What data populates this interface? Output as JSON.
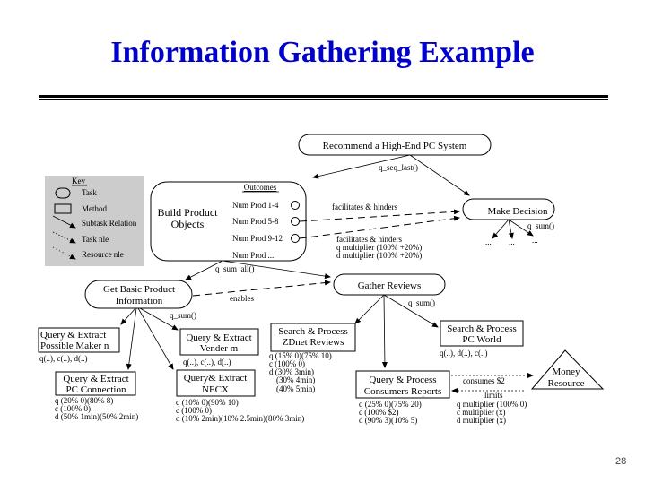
{
  "slide": {
    "title": "Information Gathering Example",
    "page_number": "28"
  },
  "key": {
    "title": "Key",
    "items": [
      {
        "label": "Task",
        "icon": "rounded-rect-icon"
      },
      {
        "label": "Method",
        "icon": "rect-icon"
      },
      {
        "label": "Subtask Relation",
        "icon": "solid-arrow-icon"
      },
      {
        "label": "Task nle",
        "icon": "dotted-arrow-icon"
      },
      {
        "label": "Resource nle",
        "icon": "sparse-dotted-arrow-icon"
      }
    ]
  },
  "nodes": {
    "root": "Recommend a High-End PC System",
    "build_line1": "Build Product",
    "build_line2": "Objects",
    "outcomes_title": "Outcomes",
    "outcomes": [
      "Num Prod 1-4",
      "Num Prod 5-8",
      "Num Prod 9-12",
      "Num Prod ..."
    ],
    "make_decision": "Make Decision",
    "get_basic_line1": "Get Basic Product",
    "get_basic_line2": "Information",
    "gather_reviews": "Gather Reviews",
    "qe_makers_line1": "Query & Extract",
    "qe_makers_line2": "Possible Maker n",
    "qe_vender_line1": "Query & Extract",
    "qe_vender_line2": "Vender m",
    "qe_pcconn_line1": "Query & Extract",
    "qe_pcconn_line2": "PC Connection",
    "qe_necx_line1": "Query& Extract",
    "qe_necx_line2": "NECX",
    "sp_zdnet_line1": "Search & Process",
    "sp_zdnet_line2": "ZDnet Reviews",
    "sp_pcworld_line1": "Search & Process",
    "sp_pcworld_line2": "PC World",
    "qp_consumers_line1": "Query & Process",
    "qp_consumers_line2": "Consumers Reports",
    "money_line1": "Money",
    "money_line2": "Resource",
    "dots": "..."
  },
  "labels": {
    "q_seq_last": "q_seq_last()",
    "q_sum_decision": "q_sum()",
    "q_sum_all": "q_sum_all()",
    "q_sum_basic": "q_sum()",
    "q_sum_reviews": "q_sum()",
    "enables": "enables",
    "facilitates1": "facilitates & hinders",
    "facilitates2": [
      "facilitates & hinders",
      "q multiplier (100% +20%)",
      "d multiplier (100% +20%)"
    ],
    "consumes": "consumes $2",
    "limits": "limits",
    "limits_detail": [
      "q multiplier (100% 0)",
      "c multiplier (x)",
      "d multiplier (x)"
    ]
  },
  "qualities": {
    "makers": "q(..), c(..), d(..)",
    "vender": "q(..), c(..), d(..)",
    "pcworld": "q(..), d(..), c(..)",
    "pcconn": [
      "q (20% 0)(80% 8)",
      "c (100% 0)",
      "d (50% 1min)(50% 2min)"
    ],
    "necx": [
      "q (10% 0)(90% 10)",
      "c (100% 0)",
      "d (10% 2min)(10% 2.5min)(80% 3min)"
    ],
    "zdnet": [
      "q (15% 0)(75% 10)",
      "c (100% 0)",
      "d (30% 3min)",
      "(30% 4min)",
      "(40% 5min)"
    ],
    "consumers": [
      "q (25% 0)(75% 20)",
      "c (100% $2)",
      "d (90% 3)(10% 5)"
    ]
  },
  "colors": {
    "title": "#0000cc",
    "key_bg": "#cccccc"
  }
}
